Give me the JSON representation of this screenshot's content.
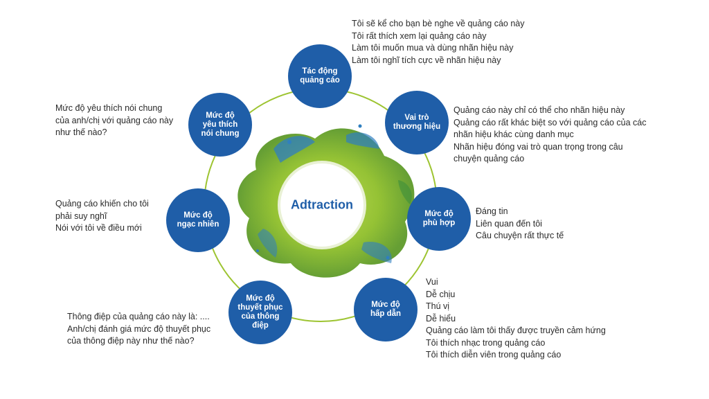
{
  "center": {
    "label": "Adtraction"
  },
  "colors": {
    "node": "#1f5ea8",
    "ring": "#9dc431",
    "splash_green": "#8fbf2a",
    "splash_blue": "#2f7fc0",
    "text": "#2a2a2a"
  },
  "nodes": [
    {
      "key": "tac-dong",
      "label": "Tác động\nquảng cáo",
      "items": [
        "Tôi sẽ kể cho bạn bè nghe về quảng cáo này",
        "Tôi rất thích xem lại quảng cáo này",
        "Làm tôi muốn mua và dùng nhãn hiệu này",
        "Làm tôi nghĩ tích cực về nhãn hiệu này"
      ]
    },
    {
      "key": "vai-tro",
      "label": "Vai trò\nthương hiệu",
      "items": [
        "Quảng cáo này chỉ có thể cho nhãn hiệu này",
        "Quảng cáo rất khác biệt so với quảng cáo của các",
        "nhãn hiệu khác cùng danh mục",
        "Nhãn hiệu đóng vai trò quan trọng trong câu",
        "chuyện quảng cáo"
      ]
    },
    {
      "key": "phu-hop",
      "label": "Mức độ\nphù hợp",
      "items": [
        "Đáng tin",
        "Liên quan đến tôi",
        "Câu chuyện rất thực tế"
      ]
    },
    {
      "key": "hap-dan",
      "label": "Mức độ\nhấp dẫn",
      "items": [
        "Vui",
        "Dễ chịu",
        "Thú vị",
        "Dễ hiểu",
        "Quảng cáo làm tôi thấy được truyền cảm hứng",
        "Tôi thích nhạc trong quảng cáo",
        "Tôi thích diễn viên trong quảng cáo"
      ]
    },
    {
      "key": "thuyet-phuc",
      "label": "Mức độ\nthuyết phục\ncủa thông\nđiệp",
      "items": [
        "Thông điệp của quảng cáo này là: ....",
        "Anh/chị đánh giá mức độ thuyết phục",
        "của thông điệp này như thế nào?"
      ]
    },
    {
      "key": "ngac-nhien",
      "label": "Mức độ\nngạc nhiên",
      "items": [
        "Quảng cáo khiến cho tôi",
        "phải suy nghĩ",
        "Nói với tôi về điều mới"
      ]
    },
    {
      "key": "yeu-thich",
      "label": "Mức độ\nyêu thích\nnói chung",
      "items": [
        "Mức độ yêu thích nói chung",
        "của anh/chị với quảng cáo này",
        "như thế nào?"
      ]
    }
  ]
}
